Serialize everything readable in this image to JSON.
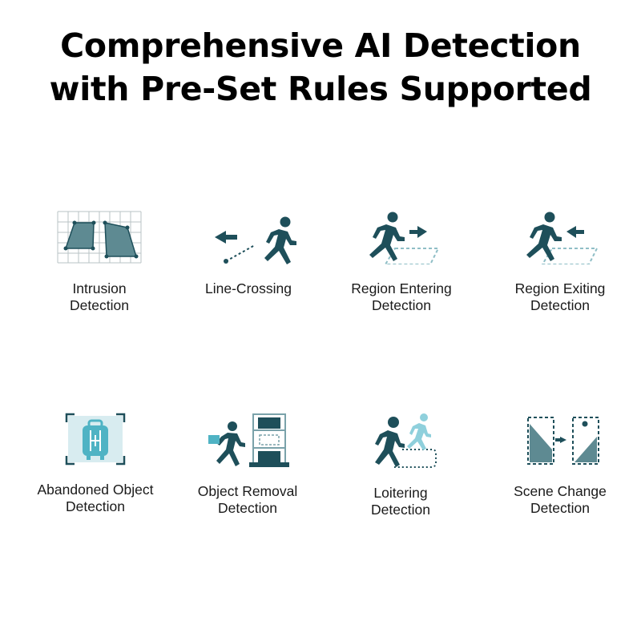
{
  "headline": {
    "line1": "Comprehensive AI Detection",
    "line2": "with Pre-Set Rules Supported"
  },
  "colors": {
    "icon_dark": "#1e4f5a",
    "icon_mid": "#5e8a92",
    "icon_light": "#8fd0dc",
    "grid": "#b9c3c6"
  },
  "features": [
    {
      "icon": "intrusion-detection-icon",
      "line1": "Intrusion",
      "line2": "Detection"
    },
    {
      "icon": "line-crossing-icon",
      "line1": "Line-Crossing",
      "line2": ""
    },
    {
      "icon": "region-entering-icon",
      "line1": "Region Entering",
      "line2": "Detection"
    },
    {
      "icon": "region-exiting-icon",
      "line1": "Region Exiting",
      "line2": "Detection"
    },
    {
      "icon": "abandoned-object-icon",
      "line1": "Abandoned Object",
      "line2": "Detection"
    },
    {
      "icon": "object-removal-icon",
      "line1": "Object Removal",
      "line2": "Detection"
    },
    {
      "icon": "loitering-icon",
      "line1": "Loitering",
      "line2": "Detection"
    },
    {
      "icon": "scene-change-icon",
      "line1": "Scene Change",
      "line2": "Detection"
    }
  ]
}
